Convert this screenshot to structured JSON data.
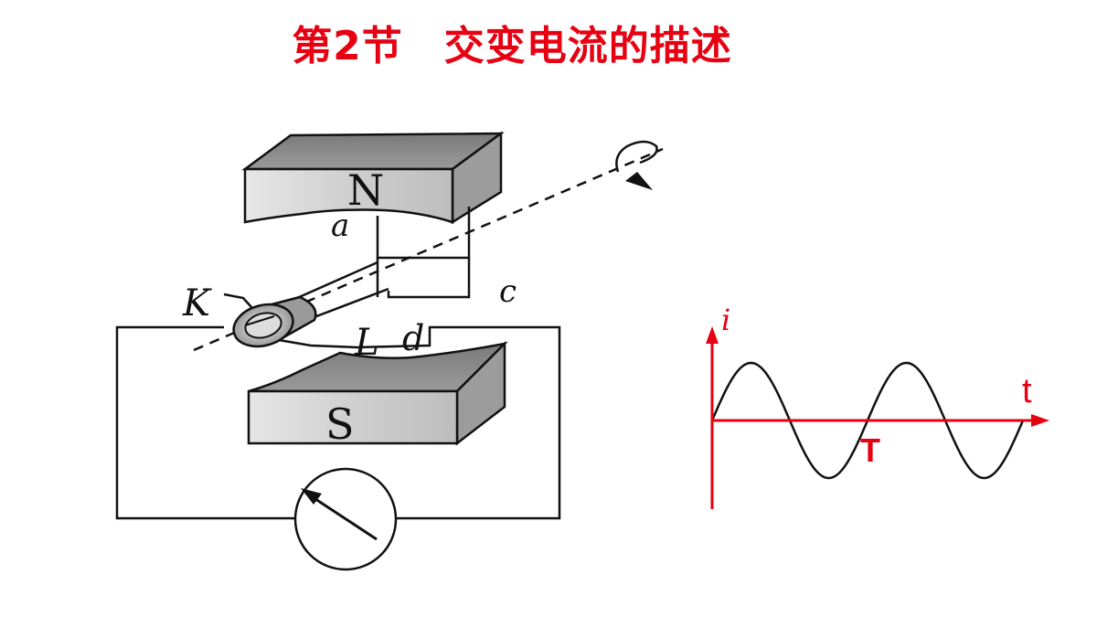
{
  "slide": {
    "title": "第2节　交变电流的描述",
    "title_color": "#e60012"
  },
  "generator": {
    "north_label": "N",
    "south_label": "S",
    "label_a": "a",
    "label_c": "c",
    "label_K": "K",
    "label_L": "L",
    "label_d": "d"
  },
  "waveform": {
    "y_axis_label": "i",
    "x_axis_label": "t",
    "period_label": "T",
    "axis_color": "#e60012"
  }
}
